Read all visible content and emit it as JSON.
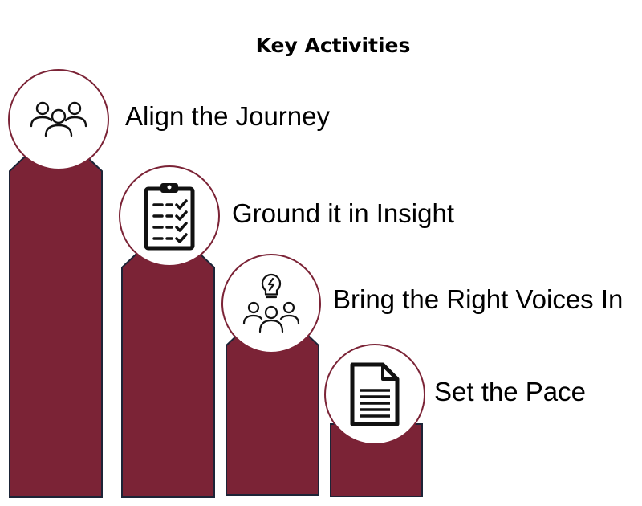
{
  "title": "Key Activities",
  "colors": {
    "bar_fill": "#7b2336",
    "bar_stroke": "#1d2437",
    "circle_border": "#7b2336"
  },
  "activities": [
    {
      "label": "Align the Journey",
      "icon": "people-group-icon"
    },
    {
      "label": "Ground it in Insight",
      "icon": "clipboard-checklist-icon"
    },
    {
      "label": "Bring the Right Voices In",
      "icon": "lightbulb-people-icon"
    },
    {
      "label": "Set the Pace",
      "icon": "document-icon"
    }
  ]
}
